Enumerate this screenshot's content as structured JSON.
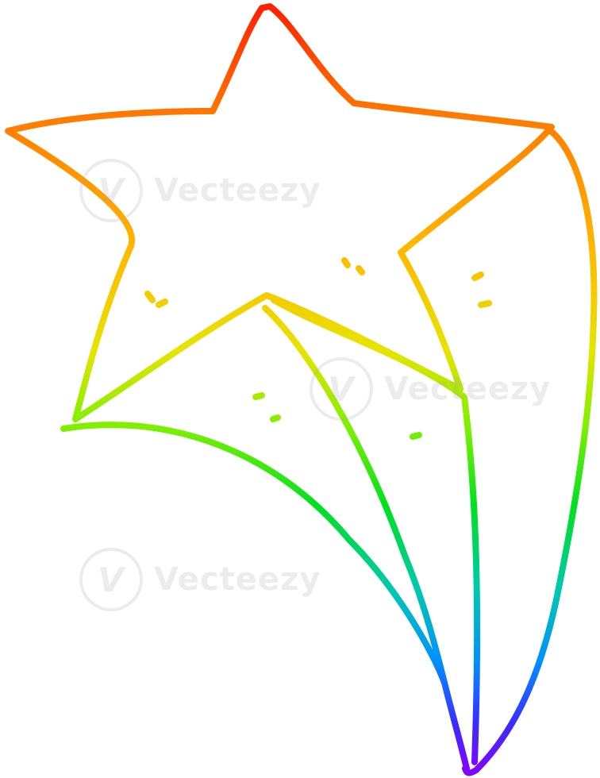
{
  "image": {
    "subject": "shooting-star",
    "watermark_text": "Vecteezy",
    "watermark_logo_glyph": "V",
    "gradient_colors": [
      "#ff0000",
      "#ff7a00",
      "#ffd200",
      "#9ef000",
      "#00e000",
      "#00c8a0",
      "#0090ff",
      "#4a2cff",
      "#8000ff"
    ],
    "background_color": "#ffffff"
  }
}
